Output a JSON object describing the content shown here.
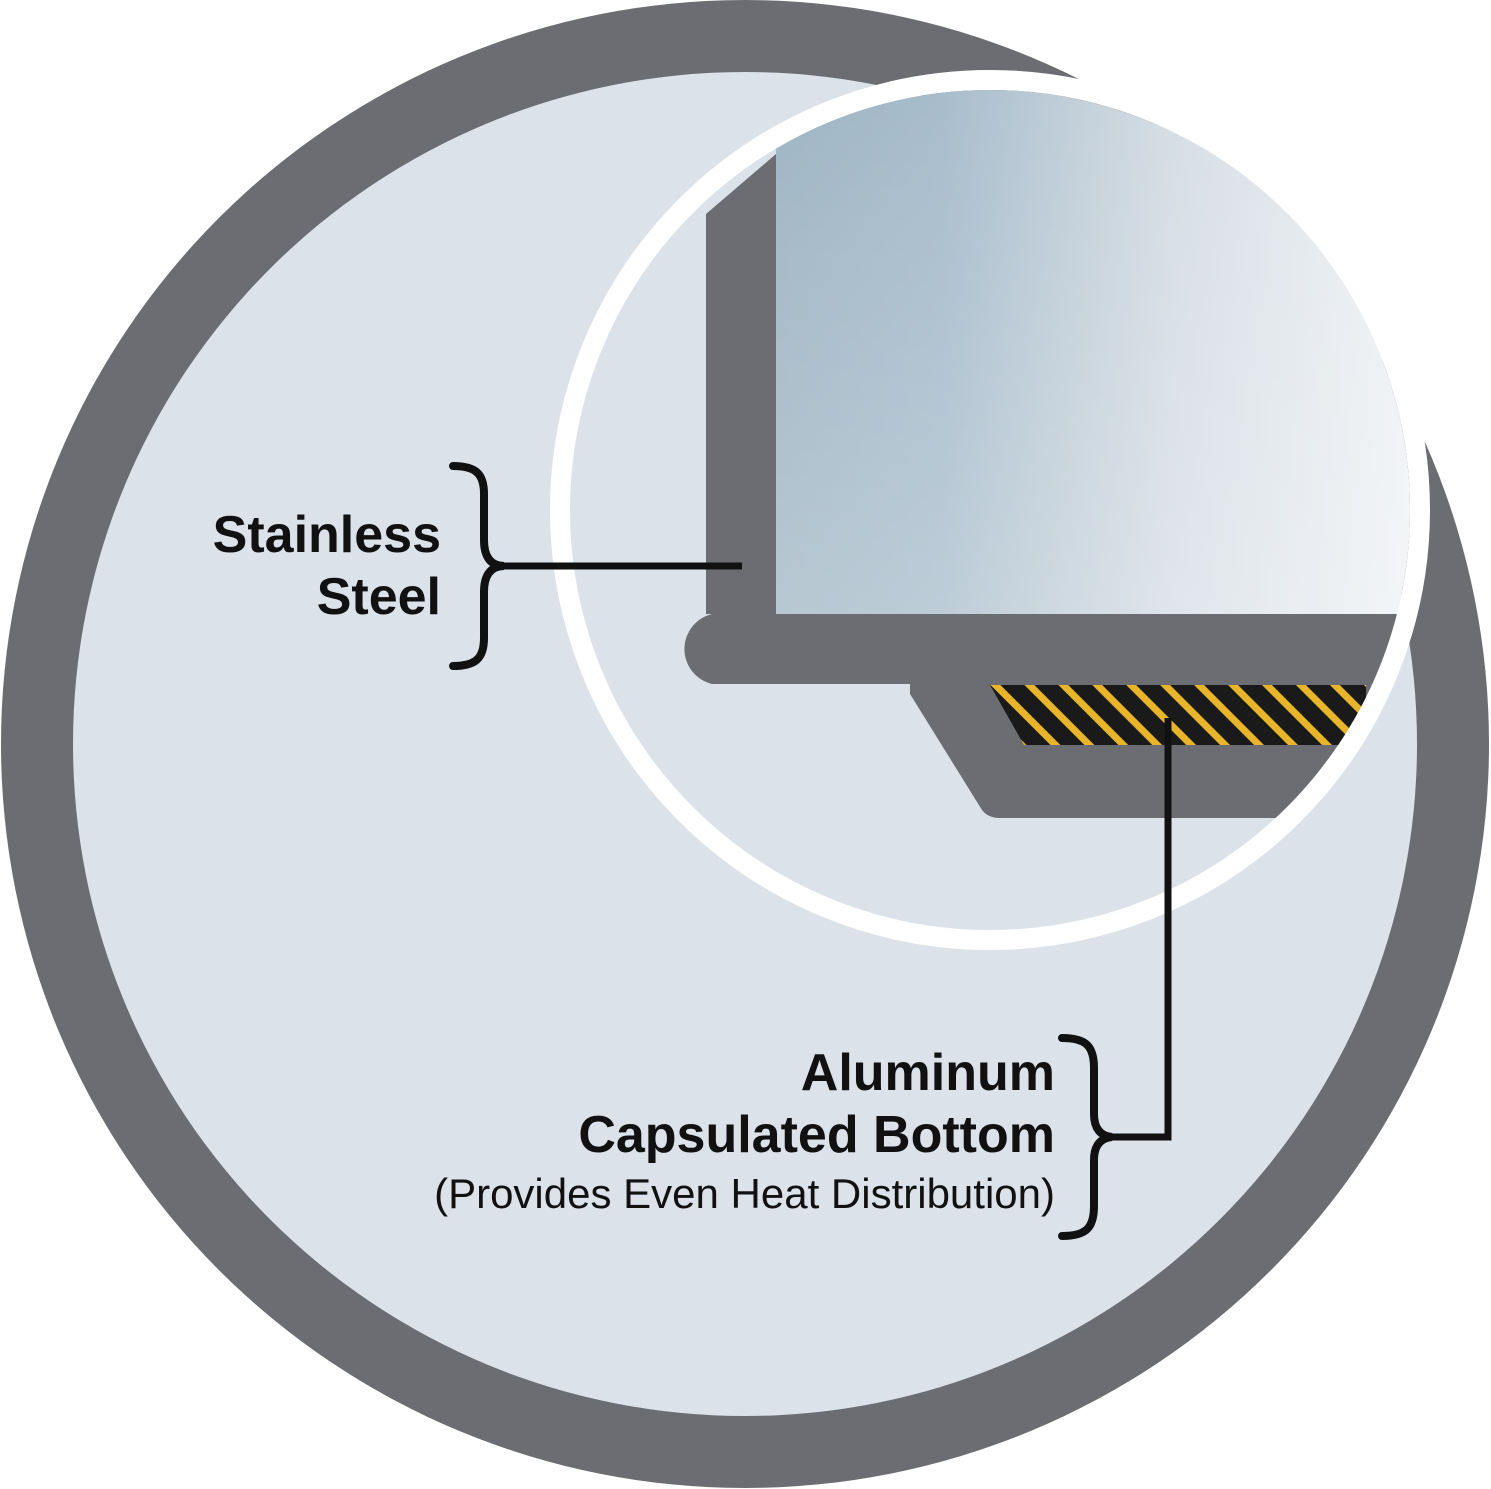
{
  "colors": {
    "outer_ring": "#6b6d72",
    "inner_background": "#dbe2ea",
    "magnifier_rim": "#ffffff",
    "pan_wall": "#6b6d72",
    "interior_gradient_dark": "#9fb5c3",
    "interior_gradient_light": "#f2f4f6",
    "aluminum_stripe_yellow": "#e8b52a",
    "aluminum_stripe_black": "#1a1a1a",
    "leader_line": "#111111"
  },
  "labels": {
    "stainless": {
      "line1": "Stainless",
      "line2": "Steel"
    },
    "aluminum": {
      "line1": "Aluminum",
      "line2": "Capsulated Bottom",
      "line3": "(Provides Even Heat Distribution)"
    }
  }
}
